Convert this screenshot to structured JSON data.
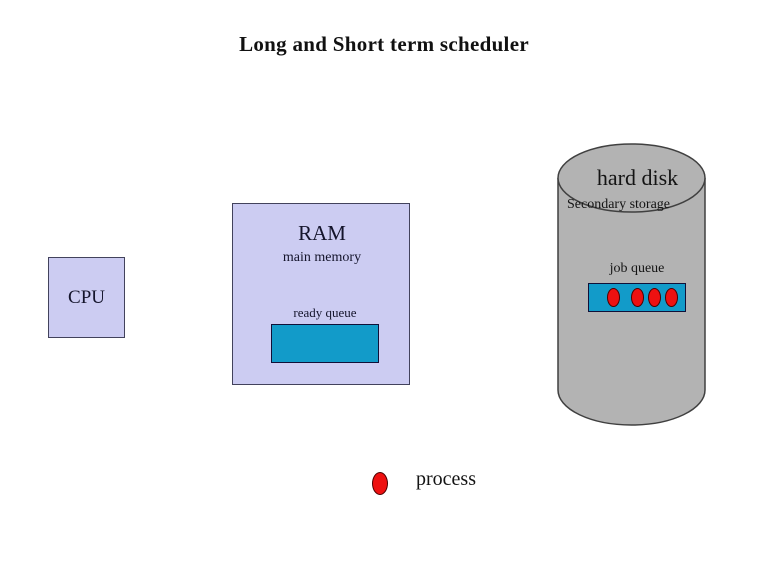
{
  "title": "Long and Short term scheduler",
  "colors": {
    "memory_fill": "#ccccf2",
    "memory_border": "#42425c",
    "disk_fill": "#b3b3b3",
    "disk_border": "#404040",
    "queue_fill": "#129bc9",
    "queue_border": "#101038",
    "process_fill": "#ee1111",
    "process_border": "#4d0000",
    "text": "#14142b"
  },
  "cpu": {
    "label": "CPU"
  },
  "ram": {
    "label": "RAM",
    "sublabel": "main memory",
    "ready_queue": {
      "label": "ready queue",
      "process_count": 0
    }
  },
  "hard_disk": {
    "label": "hard disk",
    "sublabel": "Secondary storage",
    "job_queue": {
      "label": "job queue",
      "process_count": 4
    }
  },
  "legend": {
    "label": "process"
  }
}
